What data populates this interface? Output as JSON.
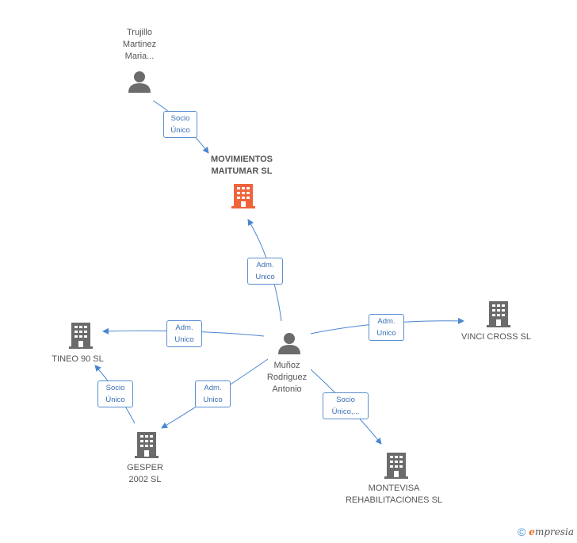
{
  "nodes": {
    "trujillo": {
      "label": "Trujillo\nMartinez\nMaria..."
    },
    "movimientos": {
      "label": "MOVIMIENTOS\nMAITUMAR SL"
    },
    "munoz": {
      "label": "Muñoz\nRodriguez\nAntonio"
    },
    "tineo": {
      "label": "TINEO 90  SL"
    },
    "vinci": {
      "label": "VINCI CROSS SL"
    },
    "gesper": {
      "label": "GESPER\n2002 SL"
    },
    "montevisa": {
      "label": "MONTEVISA\nREHABILITACIONES SL"
    }
  },
  "edges": {
    "trujillo_movimientos": "Socio\nÚnico",
    "munoz_movimientos": "Adm.\nUnico",
    "munoz_tineo": "Adm.\nUnico",
    "munoz_vinci": "Adm.\nUnico",
    "munoz_gesper": "Adm.\nUnico",
    "gesper_tineo": "Socio\nÚnico",
    "munoz_montevisa": "Socio\nÚnico,..."
  },
  "colors": {
    "edge": "#4a86d0",
    "building": "#6b6b6b",
    "main_building": "#f0643c",
    "person": "#6b6b6b"
  },
  "footer": {
    "copyright": "©",
    "brand_initial": "e",
    "brand_rest": "mpresia"
  }
}
